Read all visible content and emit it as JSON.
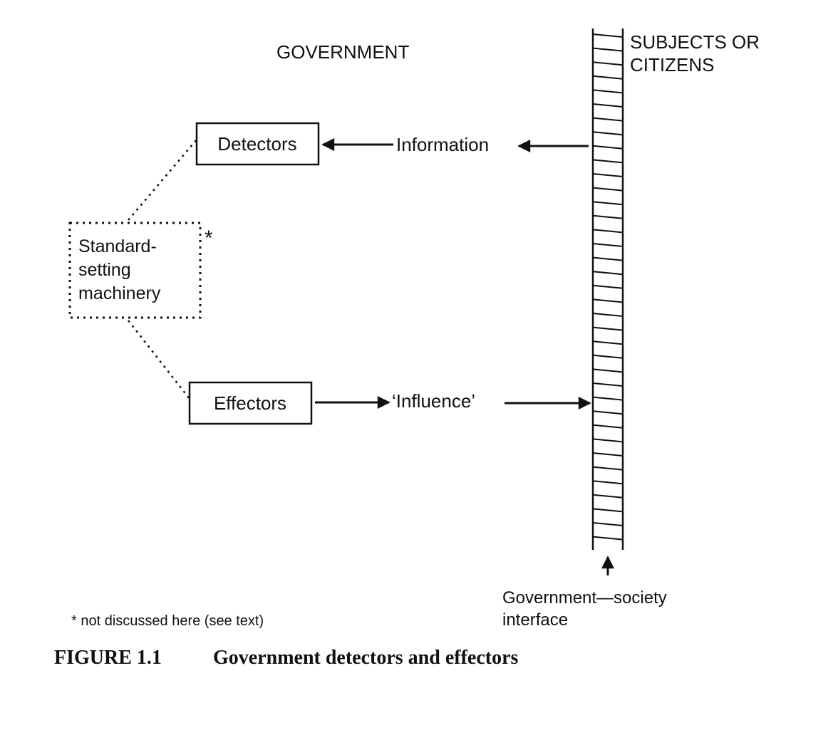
{
  "diagram": {
    "government_label": "GOVERNMENT",
    "subjects_label": [
      "SUBJECTS OR",
      "CITIZENS"
    ],
    "detectors_label": "Detectors",
    "effectors_label": "Effectors",
    "standard_setting_label": [
      "Standard-",
      "setting",
      "machinery"
    ],
    "asterisk": "*",
    "information_label": "Information",
    "influence_label": "‘Influence’",
    "interface_label": [
      "Government—society",
      "interface"
    ],
    "footnote": "* not discussed here (see text)"
  },
  "caption": {
    "number": "FIGURE 1.1",
    "title": "Government detectors and effectors"
  }
}
